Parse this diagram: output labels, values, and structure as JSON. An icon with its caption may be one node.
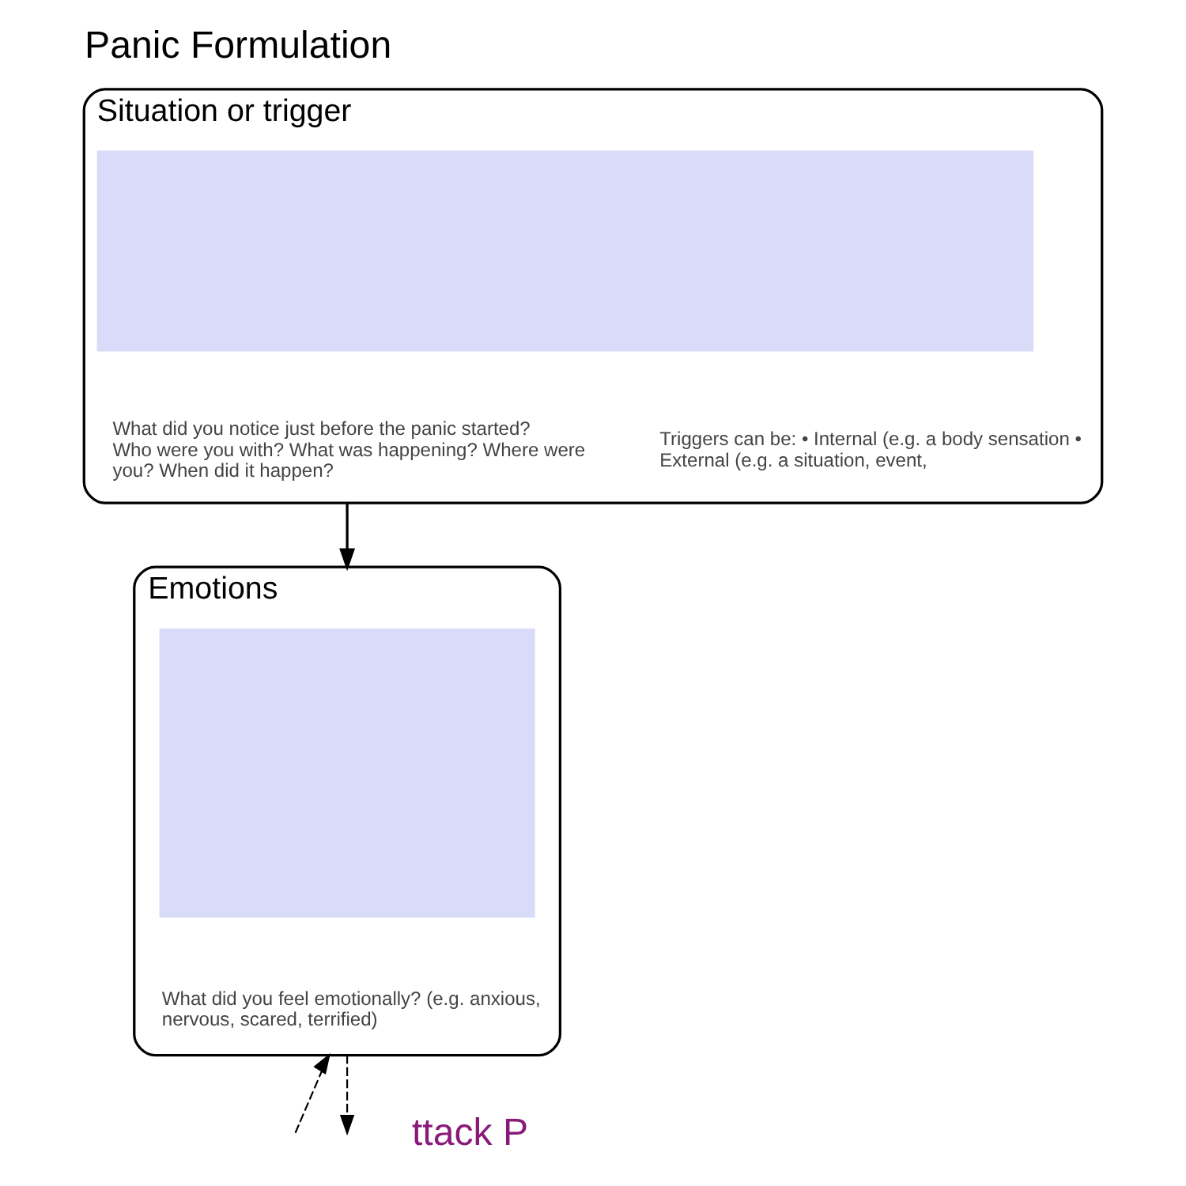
{
  "diagram": {
    "title": "Panic Formulation",
    "nodes": [
      {
        "text": [
          "Situation or trigger",
          "What did you notice just before the panic started? Who were you with? What was happening? Where were you? When did it happen?",
          "Triggers can be: • Internal (e.g. a body sensation • External (e.g. a situation, event,"
        ]
      },
      {
        "text": [
          "Emotions",
          "What did you feel emotionally? (e.g. anxious, nervous, scared, terrified)"
        ]
      },
      {
        "text": [],
        "shape": "box",
        "in": 0
      },
      {
        "text": [],
        "shape": "box",
        "in": 1
      }
    ],
    "edges": [
      {
        "from": 0,
        "to": 1,
        "arrow": "to"
      },
      {
        "from": null,
        "to": 1,
        "arrow": "to",
        "style": "dashed"
      },
      {
        "from": 1,
        "to": null,
        "arrow": "to",
        "style": "dashed"
      }
    ],
    "labels": [
      "ttack P"
    ]
  }
}
